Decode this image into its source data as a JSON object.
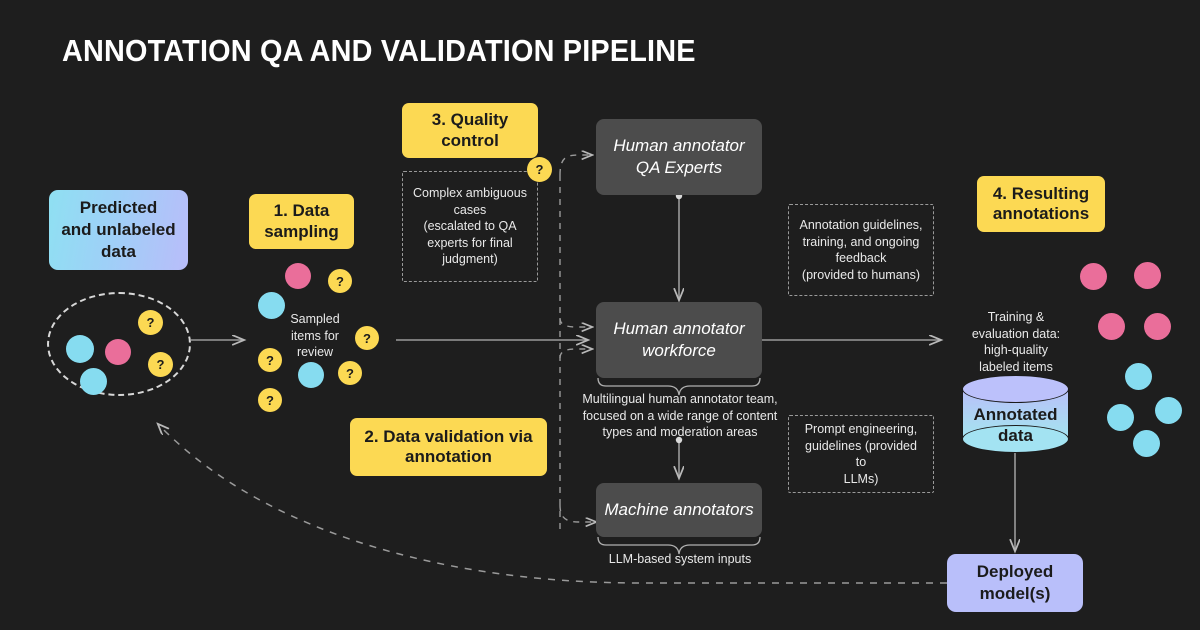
{
  "page": {
    "title": "ANNOTATION QA AND VALIDATION PIPELINE",
    "background_color": "#1e1e1e",
    "accent_yellow": "#fcd953",
    "accent_pink": "#ea6e9a",
    "accent_cyan": "#86dcf0",
    "accent_lavender": "#b9bffa",
    "box_gray": "#4c4c4c",
    "line_color": "#9a9a9a"
  },
  "steps": {
    "step1": "1. Data\nsampling",
    "step1_line1": "1. Data",
    "step1_line2": "sampling",
    "step2_line1": "2. Data validation via",
    "step2_line2": "annotation",
    "step3_line1": "3. Quality",
    "step3_line2": "control",
    "step4_line1": "4. Resulting",
    "step4_line2": "annotations"
  },
  "nodes": {
    "source_box": "Predicted\nand unlabeled\ndata",
    "source_l1": "Predicted",
    "source_l2": "and unlabeled",
    "source_l3": "data",
    "qa_experts_l1": "Human annotator",
    "qa_experts_l2": "QA Experts",
    "workforce_l1": "Human annotator",
    "workforce_l2": "workforce",
    "machine_annotators": "Machine annotators",
    "annotated_data_l1": "Annotated",
    "annotated_data_l2": "data",
    "deployed_l1": "Deployed",
    "deployed_l2": "model(s)"
  },
  "notes": {
    "complex_cases": "Complex ambiguous cases\n(escalated to QA experts for final judgment)",
    "complex_cases_lines": [
      "Complex ambiguous",
      "cases",
      "(escalated to QA",
      "experts for final",
      "judgment)"
    ],
    "guidelines": "Annotation guidelines, training, and ongoing feedback (provided to humans)",
    "guidelines_lines": [
      "Annotation guidelines,",
      "training, and ongoing",
      "feedback",
      "(provided to humans)"
    ],
    "prompt_engineering": "Prompt engineering, guidelines (provided to LLMs)",
    "prompt_engineering_lines": [
      "Prompt engineering,",
      "guidelines (provided to",
      "LLMs)"
    ]
  },
  "captions": {
    "sampled_items": "Sampled items for review",
    "sampled_items_lines": [
      "Sampled",
      "items for",
      "review"
    ],
    "workforce_brace": "Multilingual human annotator team, focused on a wide range of content types and moderation areas",
    "workforce_brace_lines": [
      "Multilingual human annotator team,",
      "focused on a wide range of content",
      "types and moderation areas"
    ],
    "machine_brace": "LLM-based system inputs",
    "training_eval": "Training & evaluation data: high-quality labeled items",
    "training_eval_lines": [
      "Training &",
      "evaluation data:",
      "high-quality",
      "labeled items"
    ]
  },
  "badges": {
    "question_mark": "?"
  },
  "dot_clusters": {
    "unlabeled_pool": {
      "label": "Predicted and unlabeled data pool",
      "dots": [
        {
          "color": "#86dcf0",
          "q": false
        },
        {
          "color": "#86dcf0",
          "q": false
        },
        {
          "color": "#ea6e9a",
          "q": false
        },
        {
          "color": "#fcd953",
          "q": true
        },
        {
          "color": "#fcd953",
          "q": true
        }
      ]
    },
    "sampled_items": {
      "label": "Sampled items for review",
      "dots": [
        {
          "color": "#ea6e9a",
          "q": false
        },
        {
          "color": "#86dcf0",
          "q": false
        },
        {
          "color": "#86dcf0",
          "q": false
        },
        {
          "color": "#fcd953",
          "q": true
        },
        {
          "color": "#fcd953",
          "q": true
        },
        {
          "color": "#fcd953",
          "q": true
        },
        {
          "color": "#fcd953",
          "q": true
        },
        {
          "color": "#fcd953",
          "q": true
        }
      ]
    },
    "resulting_annotations": {
      "label": "Resulting annotations",
      "dots": [
        {
          "color": "#ea6e9a",
          "q": false
        },
        {
          "color": "#ea6e9a",
          "q": false
        },
        {
          "color": "#ea6e9a",
          "q": false
        },
        {
          "color": "#ea6e9a",
          "q": false
        },
        {
          "color": "#86dcf0",
          "q": false
        },
        {
          "color": "#86dcf0",
          "q": false
        },
        {
          "color": "#86dcf0",
          "q": false
        },
        {
          "color": "#86dcf0",
          "q": false
        }
      ]
    }
  }
}
